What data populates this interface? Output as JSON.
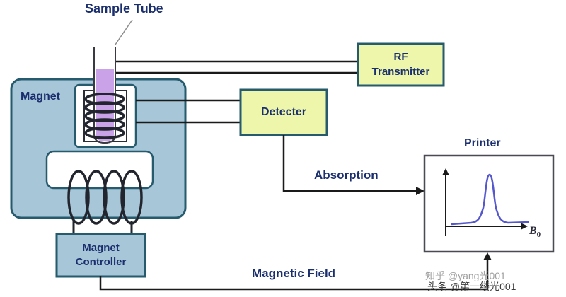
{
  "labels": {
    "sample_tube": "Sample Tube",
    "magnet": "Magnet",
    "printer": "Printer",
    "absorption": "Absorption",
    "magnetic_field": "Magnetic Field"
  },
  "boxes": {
    "rf_transmitter_line1": "RF",
    "rf_transmitter_line2": "Transmitter",
    "detecter": "Detecter",
    "magnet_controller_line1": "Magnet",
    "magnet_controller_line2": "Controller"
  },
  "plot": {
    "x_axis_symbol": "B",
    "x_axis_subscript": "0",
    "curve_description": "single sharp absorption peak above baseline",
    "peak_color": "#5558cc"
  },
  "colors": {
    "magnet_fill": "#a7c7d9",
    "component_fill": "#edf6ab",
    "outline_teal": "#265a6d",
    "text_navy": "#1b2f6e",
    "wire": "#1a1a1a",
    "sample_liquid": "#c9a2e8",
    "peak_curve": "#5558cc"
  },
  "watermarks": {
    "zhihu": "知乎 @yang光001",
    "toutiao": "头条 @第一缕光001"
  }
}
